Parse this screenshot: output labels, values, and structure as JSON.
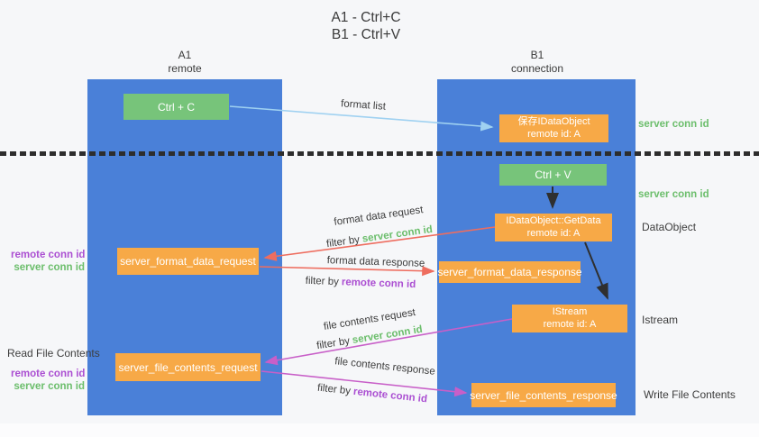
{
  "title": {
    "line1": "A1 - Ctrl+C",
    "line2": "B1 - Ctrl+V"
  },
  "lanes": {
    "a1": {
      "title": "A1",
      "subtitle": "remote"
    },
    "b1": {
      "title": "B1",
      "subtitle": "connection"
    }
  },
  "nodes": {
    "ctrl_c": {
      "label": "Ctrl + C"
    },
    "ctrl_v": {
      "label": "Ctrl + V"
    },
    "save_dataobject": {
      "line1": "保存IDataObject",
      "line2": "remote id: A"
    },
    "getdata": {
      "line1": "IDataObject::GetData",
      "line2": "remote id: A"
    },
    "istream": {
      "line1": "IStream",
      "line2": "remote id: A"
    },
    "format_request": {
      "label": "server_format_data_request"
    },
    "format_response": {
      "label": "server_format_data_response"
    },
    "file_request": {
      "label": "server_file_contents_request"
    },
    "file_response": {
      "label": "server_file_contents_response"
    }
  },
  "flow_labels": {
    "format_list": "format list",
    "format_data_request": "format data request",
    "format_data_response": "format data response",
    "file_contents_request": "file contents request",
    "file_contents_response": "file contents response",
    "filter_by": "filter by",
    "server_conn_id": "server conn id",
    "remote_conn_id": "remote conn id"
  },
  "side_labels": {
    "server_conn_id_top": "server conn id",
    "server_conn_id_mid": "server conn id",
    "dataobject": "DataObject",
    "istream": "Istream",
    "write_file_contents": "Write File Contents",
    "read_file_contents": "Read File Contents",
    "remote_conn_id_1": "remote conn id",
    "server_conn_id_1": "server conn id",
    "remote_conn_id_2": "remote conn id",
    "server_conn_id_2": "server conn id"
  },
  "colors": {
    "lane_blue": "#4a80d8",
    "box_orange": "#f7a947",
    "box_green": "#77c47a",
    "arrow_blue": "#9fd1f1",
    "arrow_salmon": "#ee6d5f",
    "arrow_magenta": "#c85fc8",
    "arrow_black": "#2f2f2f",
    "text_green": "#6cbe6c",
    "text_purple": "#ab4fd2",
    "text_dark": "#3d3d3d",
    "background": "#f6f7f9"
  }
}
